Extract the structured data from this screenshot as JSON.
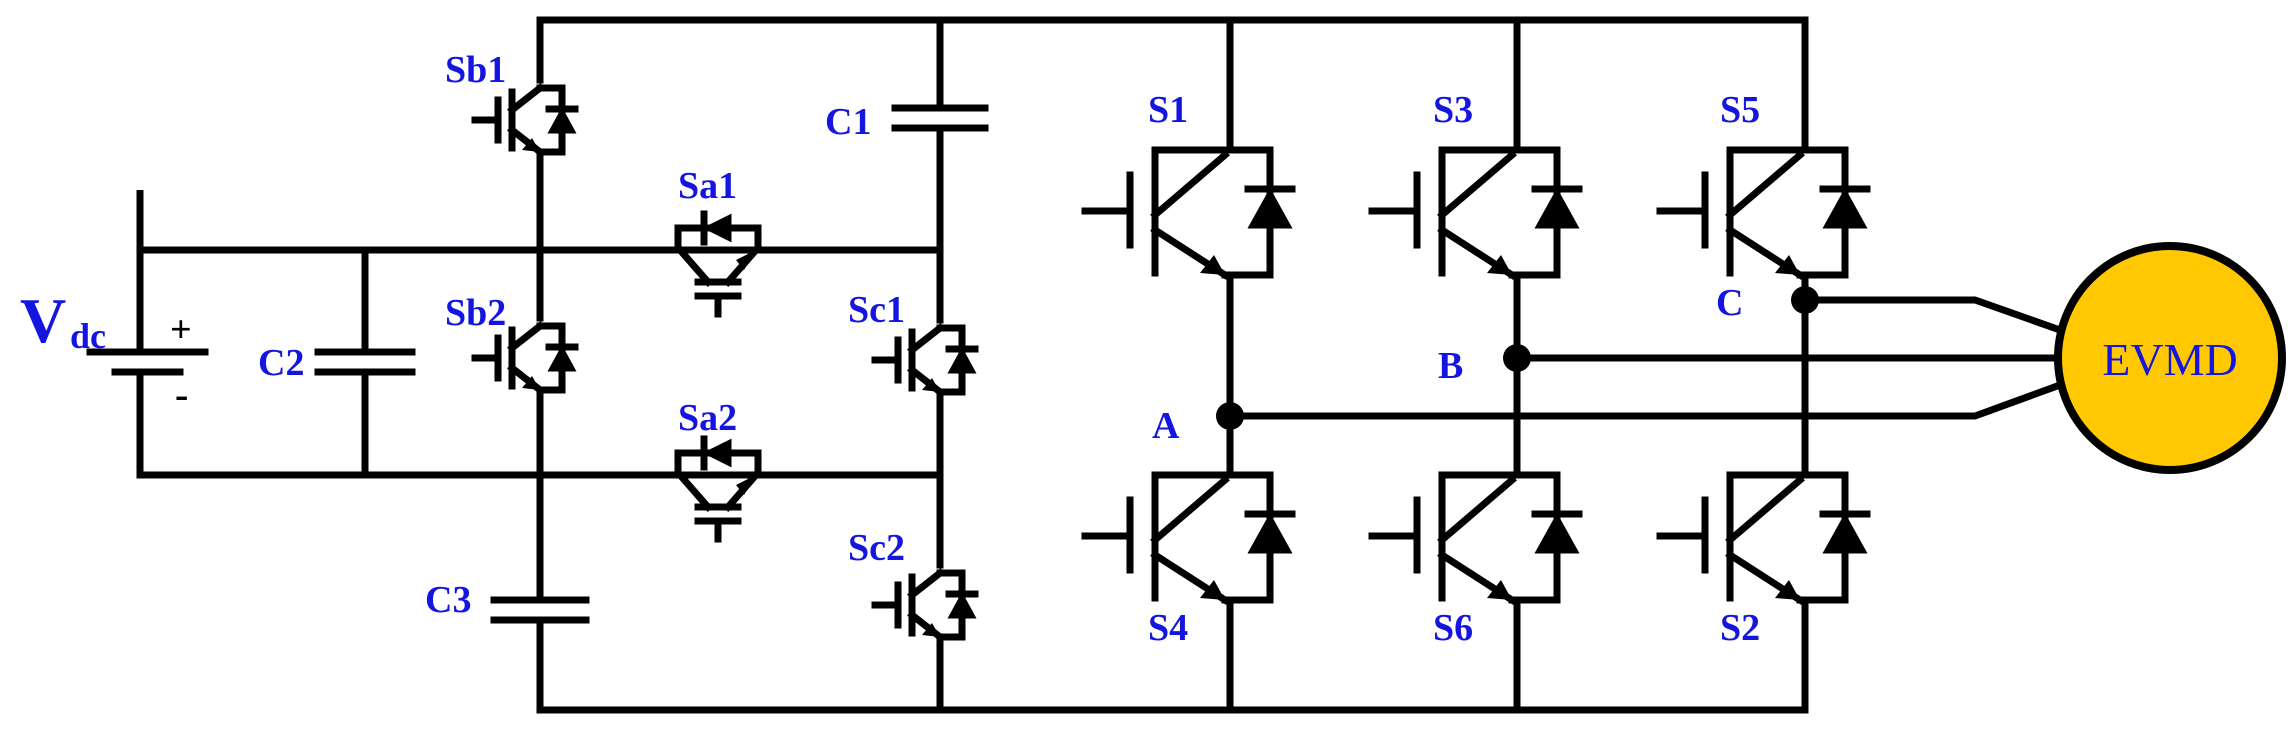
{
  "labels": {
    "vdc_main": "V",
    "vdc_sub": "dc",
    "sb1": "Sb1",
    "sb2": "Sb2",
    "sa1": "Sa1",
    "sa2": "Sa2",
    "sc1": "Sc1",
    "sc2": "Sc2",
    "c1": "C1",
    "c2": "C2",
    "c3": "C3",
    "s1": "S1",
    "s3": "S3",
    "s5": "S5",
    "s4": "S4",
    "s6": "S6",
    "s2": "S2",
    "node_a": "A",
    "node_b": "B",
    "node_c": "C",
    "motor": "EVMD",
    "plus": "+",
    "minus": "-"
  },
  "colors": {
    "label": "#1515e0",
    "motor_fill": "#FFC800",
    "wire": "#000000"
  }
}
